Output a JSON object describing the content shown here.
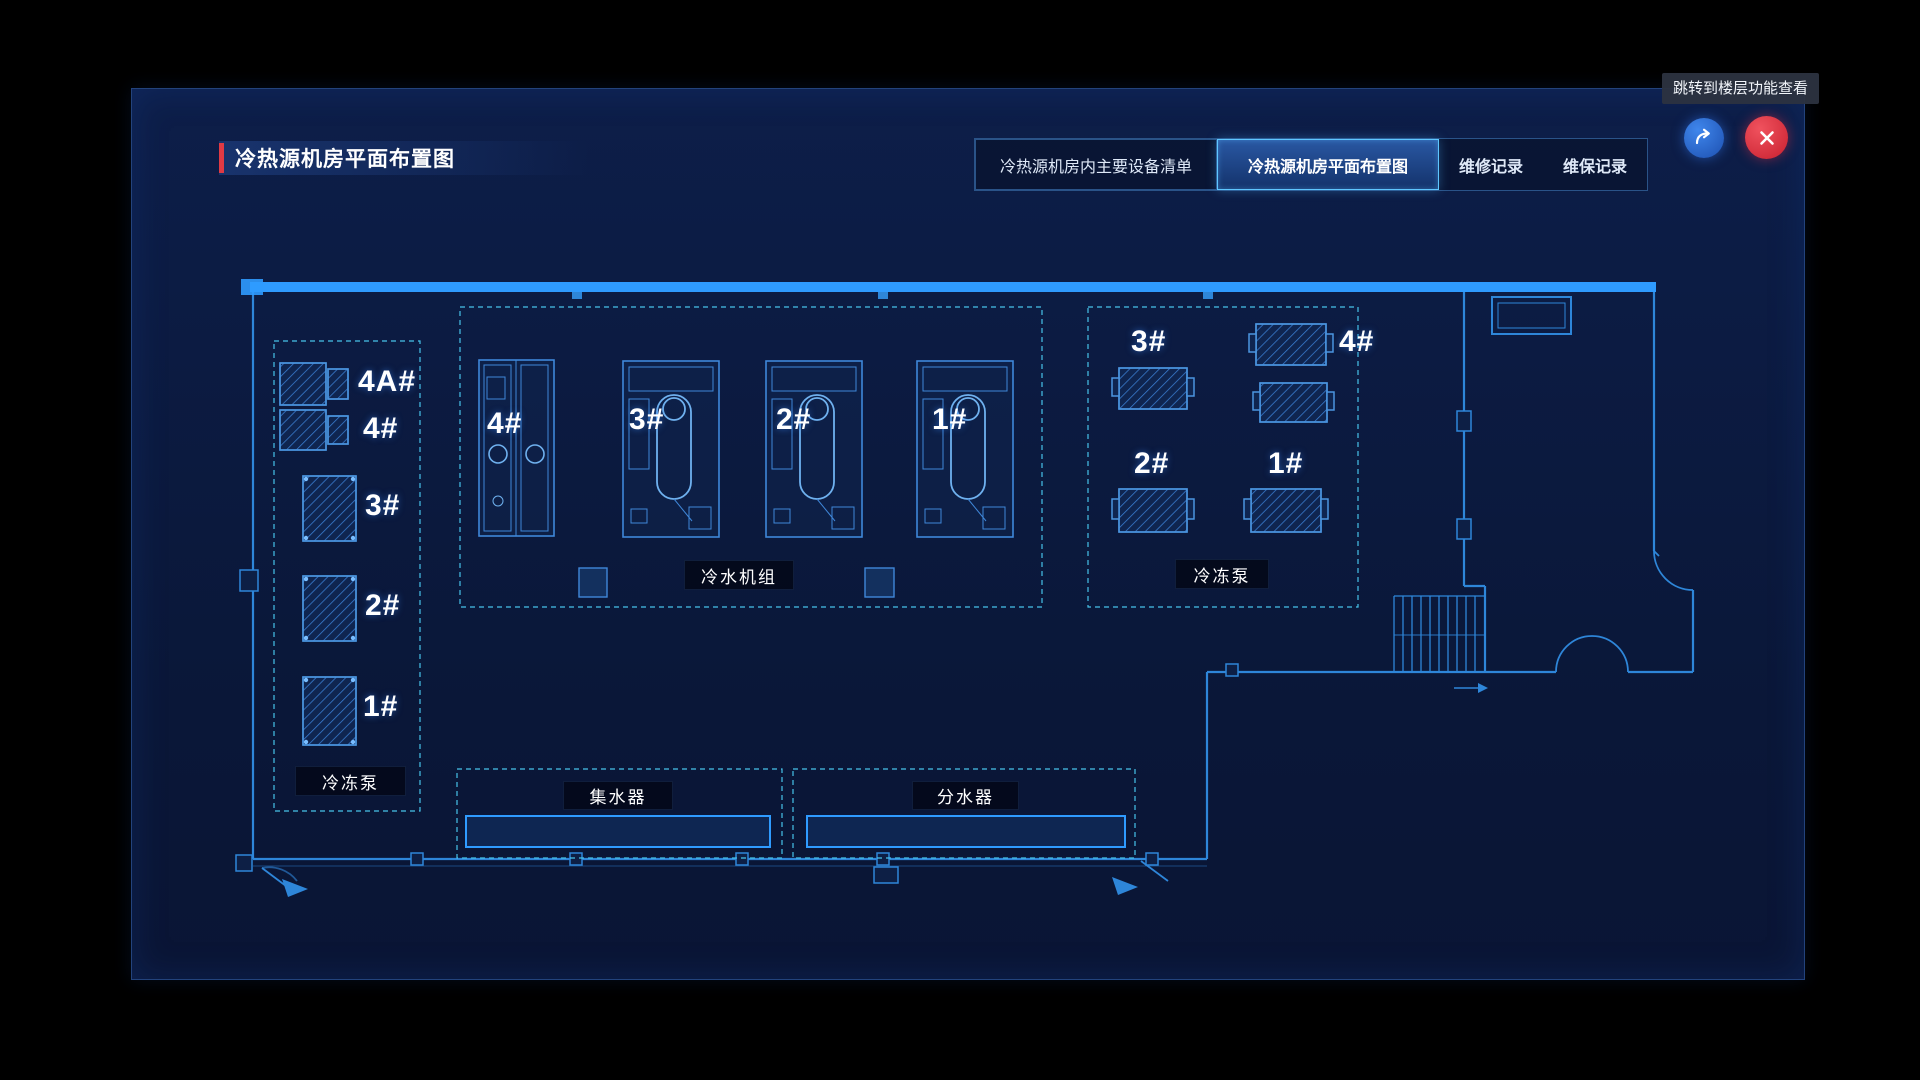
{
  "tooltip": {
    "text": "跳转到楼层功能查看"
  },
  "header": {
    "title": "冷热源机房平面布置图",
    "tabs": [
      {
        "label": "冷热源机房内主要设备清单",
        "active": false
      },
      {
        "label": "冷热源机房平面布置图",
        "active": true
      },
      {
        "label": "维修记录",
        "active": false
      },
      {
        "label": "维保记录",
        "active": false
      }
    ],
    "actions": [
      {
        "icon": "jump-arrow-icon"
      },
      {
        "icon": "close-icon"
      }
    ]
  },
  "floorplan": {
    "left_pumps": {
      "label": "冷冻泵",
      "units": [
        "4A#",
        "4#",
        "3#",
        "2#",
        "1#"
      ]
    },
    "chillers": {
      "label": "冷水机组",
      "units": [
        "4#",
        "3#",
        "2#",
        "1#"
      ]
    },
    "right_pumps": {
      "label": "冷冻泵",
      "units": [
        "3#",
        "4#",
        "2#",
        "1#"
      ]
    },
    "collector": {
      "label": "集水器"
    },
    "distributor": {
      "label": "分水器"
    }
  },
  "colors": {
    "background": "#000000",
    "panel": "#0b1a3e",
    "blueprint_line": "#2e86d9",
    "wall_highlight": "#2f9bff",
    "dashed_outline": "#47c2e9",
    "accent_red": "#e03a44",
    "active_tab_border": "#5fc6ff",
    "close_button": "#d92b3a",
    "jump_button": "#2b66cc"
  }
}
